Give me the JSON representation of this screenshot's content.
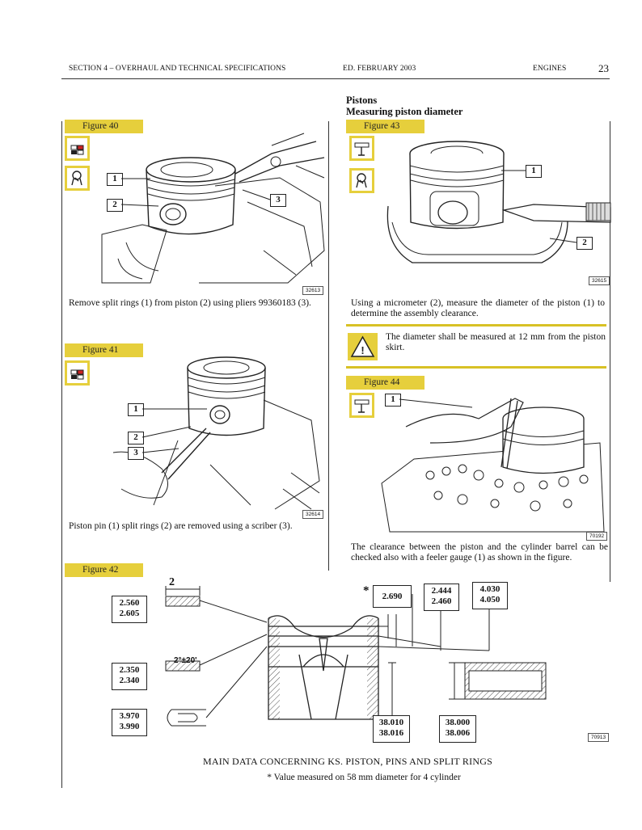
{
  "header": {
    "section": "SECTION 4 – OVERHAUL AND TECHNICAL SPECIFICATIONS",
    "edition": "ED. FEBRUARY 2003",
    "chapter": "ENGINES",
    "page": "23"
  },
  "right_title": {
    "line1": "Pistons",
    "line2": "Measuring piston diameter"
  },
  "fig40": {
    "label": "Figure 40",
    "ref": "32613",
    "callouts": [
      "1",
      "2",
      "3"
    ],
    "text": "Remove split rings (1) from piston (2) using pliers 99360183 (3)."
  },
  "fig41": {
    "label": "Figure 41",
    "ref": "32614",
    "callouts": [
      "1",
      "2",
      "3"
    ],
    "text": "Piston pin (1) split rings (2) are removed using a scriber (3)."
  },
  "fig43": {
    "label": "Figure 43",
    "ref": "32615",
    "callouts": [
      "1",
      "2"
    ],
    "text": "Using a micrometer (2), measure the diameter of the piston (1) to determine the assembly clearance.",
    "warning": "The diameter shall be measured at 12 mm from the piston skirt."
  },
  "fig44": {
    "label": "Figure 44",
    "ref": "70192",
    "callouts": [
      "1"
    ],
    "text": "The clearance between the piston and the cylinder barrel can be checked also with a feeler gauge (1) as shown in the figure."
  },
  "fig42": {
    "label": "Figure 42",
    "ref": "70913",
    "ring_width": "2",
    "ring_angle": "2°±20'",
    "asterisk": "*",
    "dims": {
      "ring1": [
        "2.560",
        "2.605"
      ],
      "ring2": [
        "2.350",
        "2.340"
      ],
      "ring3": [
        "3.970",
        "3.990"
      ],
      "groove_star": [
        "2.690"
      ],
      "groove2": [
        "2.444",
        "2.460"
      ],
      "groove3": [
        "4.030",
        "4.050"
      ],
      "pin_bore": [
        "38.010",
        "38.016"
      ],
      "pin": [
        "38.000",
        "38.006"
      ]
    },
    "caption": "MAIN DATA CONCERNING KS. PISTON, PINS AND SPLIT RINGS",
    "note": "* Value measured on 58 mm diameter for 4 cylinder"
  },
  "colors": {
    "label_bg": "#e6cf3c",
    "warning_bar": "#d8c125"
  },
  "icons": [
    "disassembly-icon",
    "pliers-icon",
    "micrometer-icon",
    "warning-icon",
    "feeler-gauge-icon"
  ]
}
